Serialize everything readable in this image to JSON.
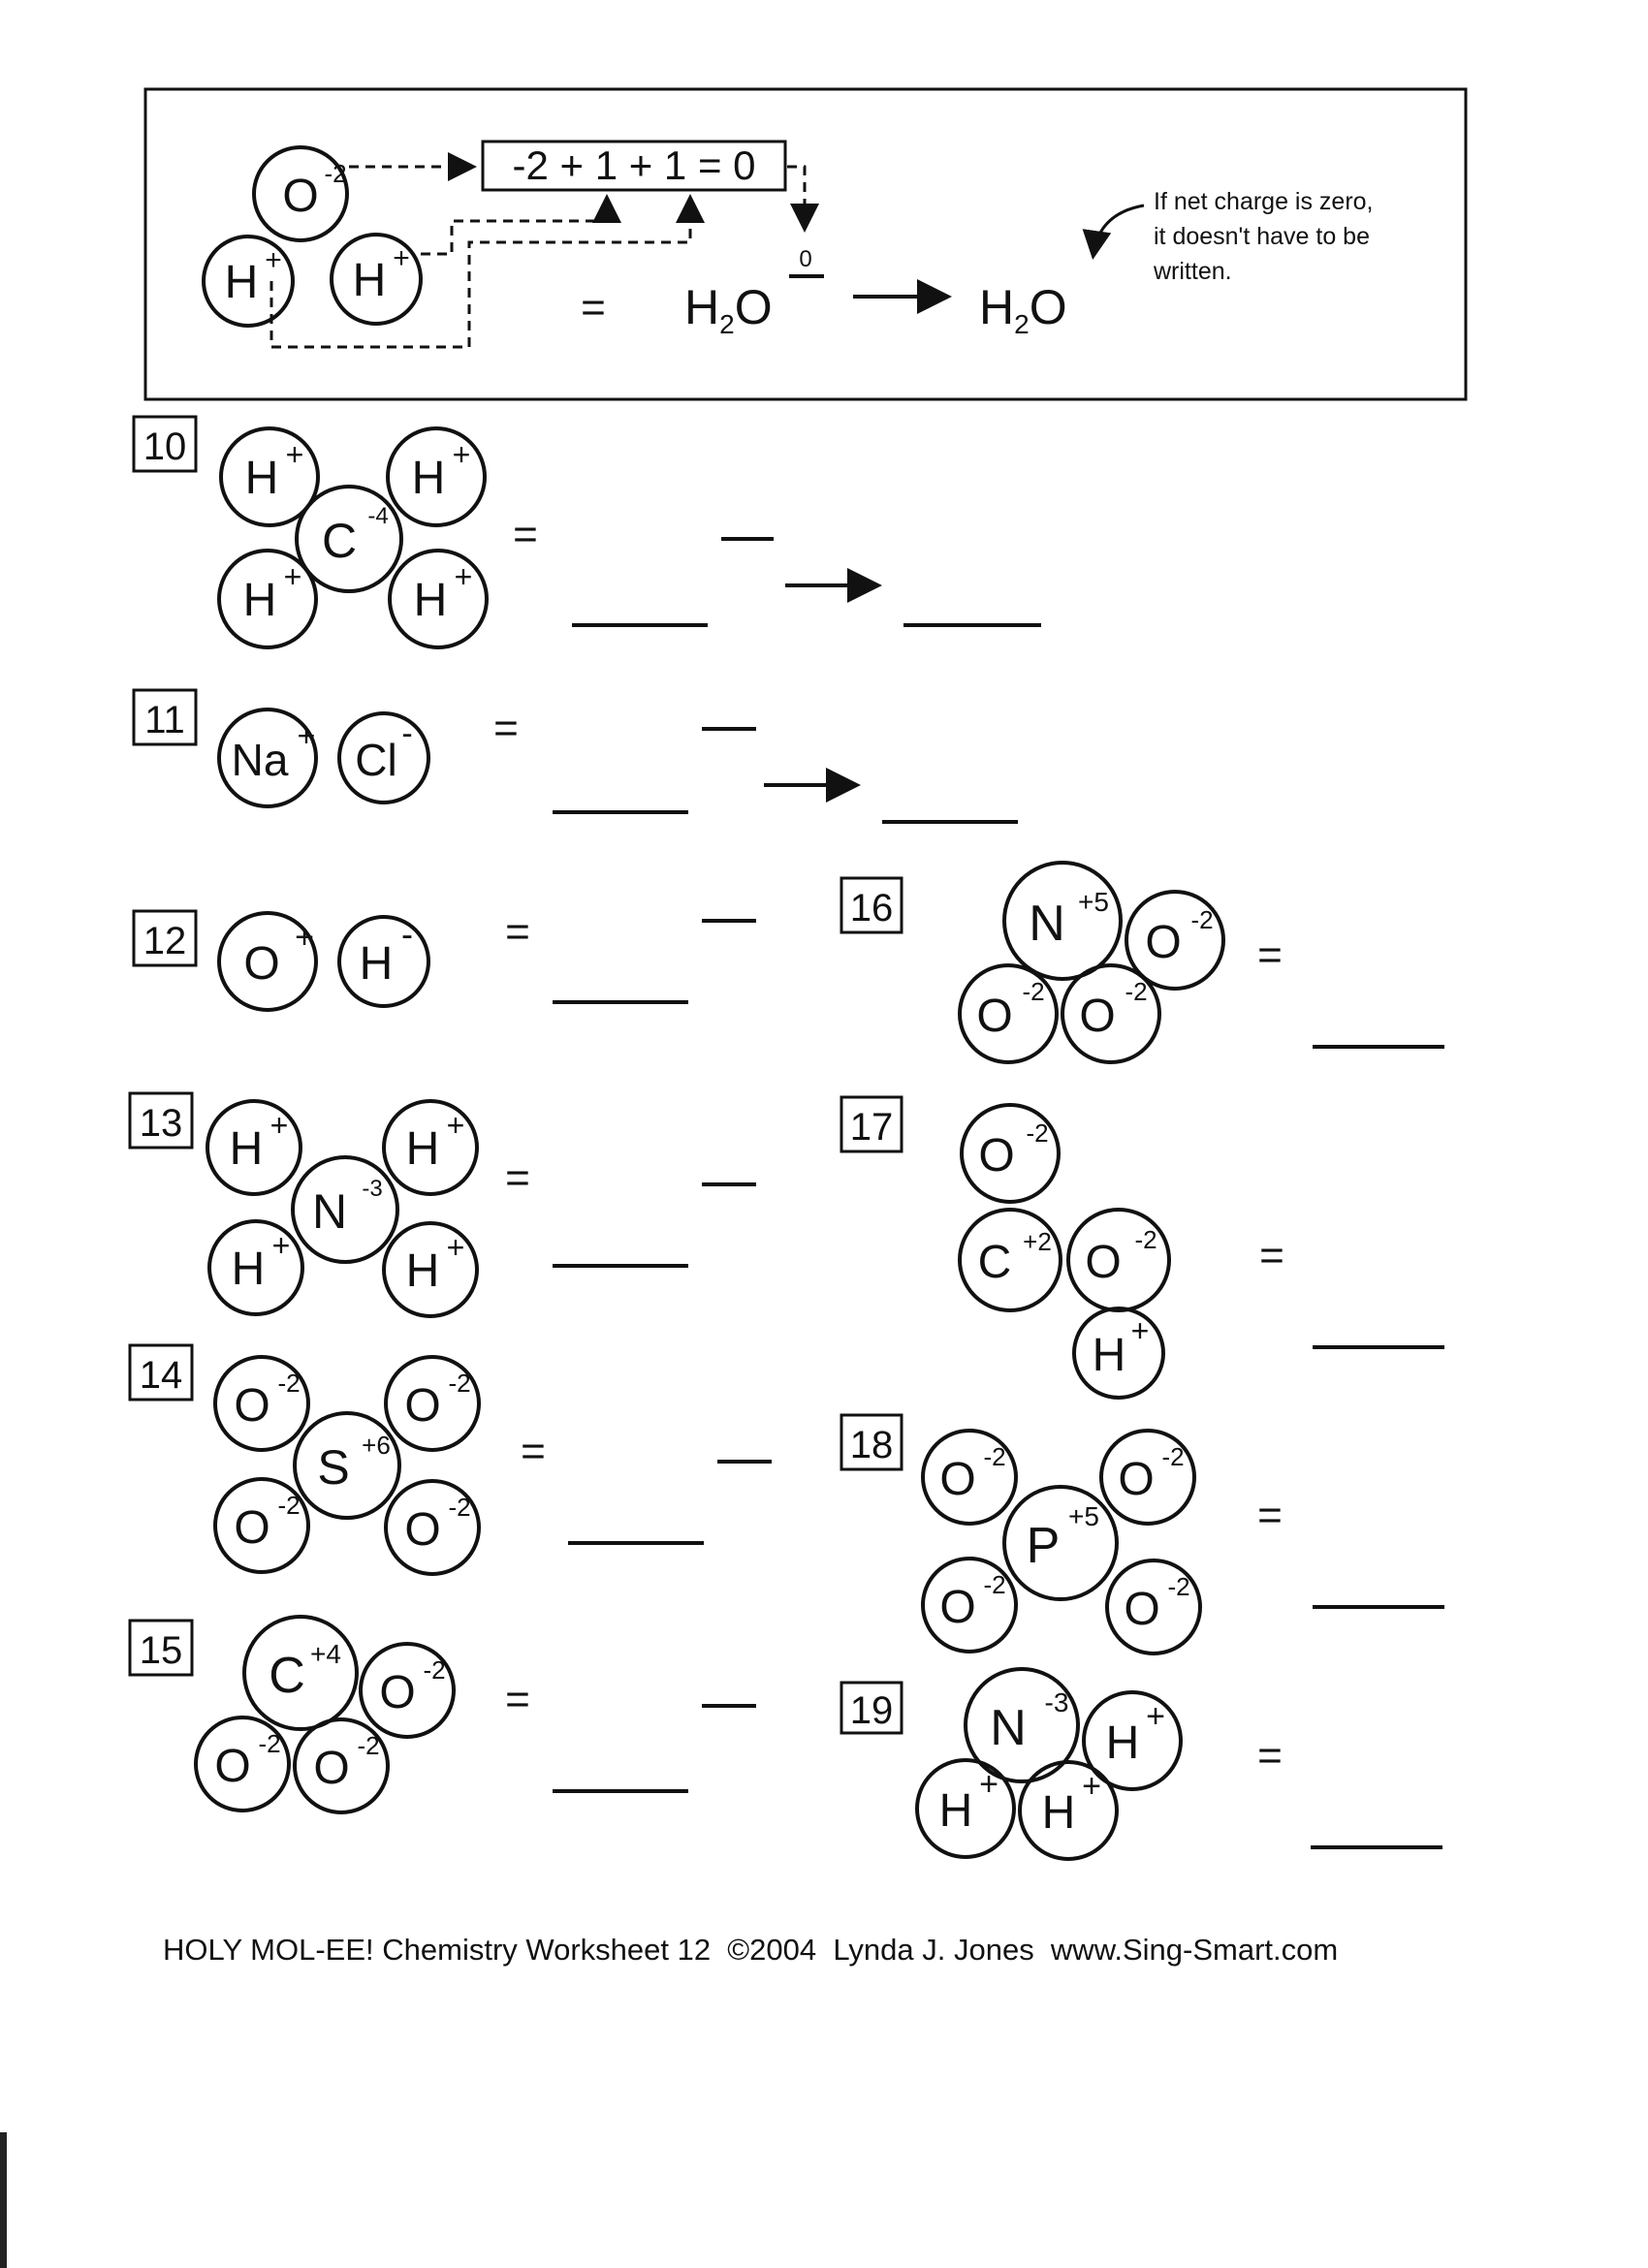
{
  "example": {
    "equation": "-2 + 1 + 1 = 0",
    "equals": "=",
    "net_charge": "0",
    "formula_main": "H",
    "formula_sub": "2",
    "formula_end": "O",
    "note_lines": [
      "If net charge is zero,",
      "it doesn't have to be",
      "written."
    ],
    "atoms": [
      {
        "symbol": "O",
        "charge": "-2"
      },
      {
        "symbol": "H",
        "charge": "+"
      },
      {
        "symbol": "H",
        "charge": "+"
      }
    ]
  },
  "equals_sign": "=",
  "problems": [
    {
      "number": "10",
      "atoms": [
        {
          "symbol": "H",
          "charge": "+"
        },
        {
          "symbol": "H",
          "charge": "+"
        },
        {
          "symbol": "C",
          "charge": "-4"
        },
        {
          "symbol": "H",
          "charge": "+"
        },
        {
          "symbol": "H",
          "charge": "+"
        }
      ]
    },
    {
      "number": "11",
      "atoms": [
        {
          "symbol": "Na",
          "charge": "+"
        },
        {
          "symbol": "Cl",
          "charge": "-"
        }
      ]
    },
    {
      "number": "12",
      "atoms": [
        {
          "symbol": "O",
          "charge": "+"
        },
        {
          "symbol": "H",
          "charge": "-"
        }
      ]
    },
    {
      "number": "13",
      "atoms": [
        {
          "symbol": "H",
          "charge": "+"
        },
        {
          "symbol": "H",
          "charge": "+"
        },
        {
          "symbol": "N",
          "charge": "-3"
        },
        {
          "symbol": "H",
          "charge": "+"
        },
        {
          "symbol": "H",
          "charge": "+"
        }
      ]
    },
    {
      "number": "14",
      "atoms": [
        {
          "symbol": "O",
          "charge": "-2"
        },
        {
          "symbol": "O",
          "charge": "-2"
        },
        {
          "symbol": "S",
          "charge": "+6"
        },
        {
          "symbol": "O",
          "charge": "-2"
        },
        {
          "symbol": "O",
          "charge": "-2"
        }
      ]
    },
    {
      "number": "15",
      "atoms": [
        {
          "symbol": "C",
          "charge": "+4"
        },
        {
          "symbol": "O",
          "charge": "-2"
        },
        {
          "symbol": "O",
          "charge": "-2"
        },
        {
          "symbol": "O",
          "charge": "-2"
        }
      ]
    },
    {
      "number": "16",
      "atoms": [
        {
          "symbol": "N",
          "charge": "+5"
        },
        {
          "symbol": "O",
          "charge": "-2"
        },
        {
          "symbol": "O",
          "charge": "-2"
        },
        {
          "symbol": "O",
          "charge": "-2"
        }
      ]
    },
    {
      "number": "17",
      "atoms": [
        {
          "symbol": "O",
          "charge": "-2"
        },
        {
          "symbol": "C",
          "charge": "+2"
        },
        {
          "symbol": "O",
          "charge": "-2"
        },
        {
          "symbol": "H",
          "charge": "+"
        }
      ]
    },
    {
      "number": "18",
      "atoms": [
        {
          "symbol": "O",
          "charge": "-2"
        },
        {
          "symbol": "O",
          "charge": "-2"
        },
        {
          "symbol": "P",
          "charge": "+5"
        },
        {
          "symbol": "O",
          "charge": "-2"
        },
        {
          "symbol": "O",
          "charge": "-2"
        }
      ]
    },
    {
      "number": "19",
      "atoms": [
        {
          "symbol": "N",
          "charge": "-3"
        },
        {
          "symbol": "H",
          "charge": "+"
        },
        {
          "symbol": "H",
          "charge": "+"
        },
        {
          "symbol": "H",
          "charge": "+"
        }
      ]
    }
  ],
  "footer": "HOLY MOL-EE! Chemistry Worksheet 12  ©2004  Lynda J. Jones  www.Sing-Smart.com"
}
